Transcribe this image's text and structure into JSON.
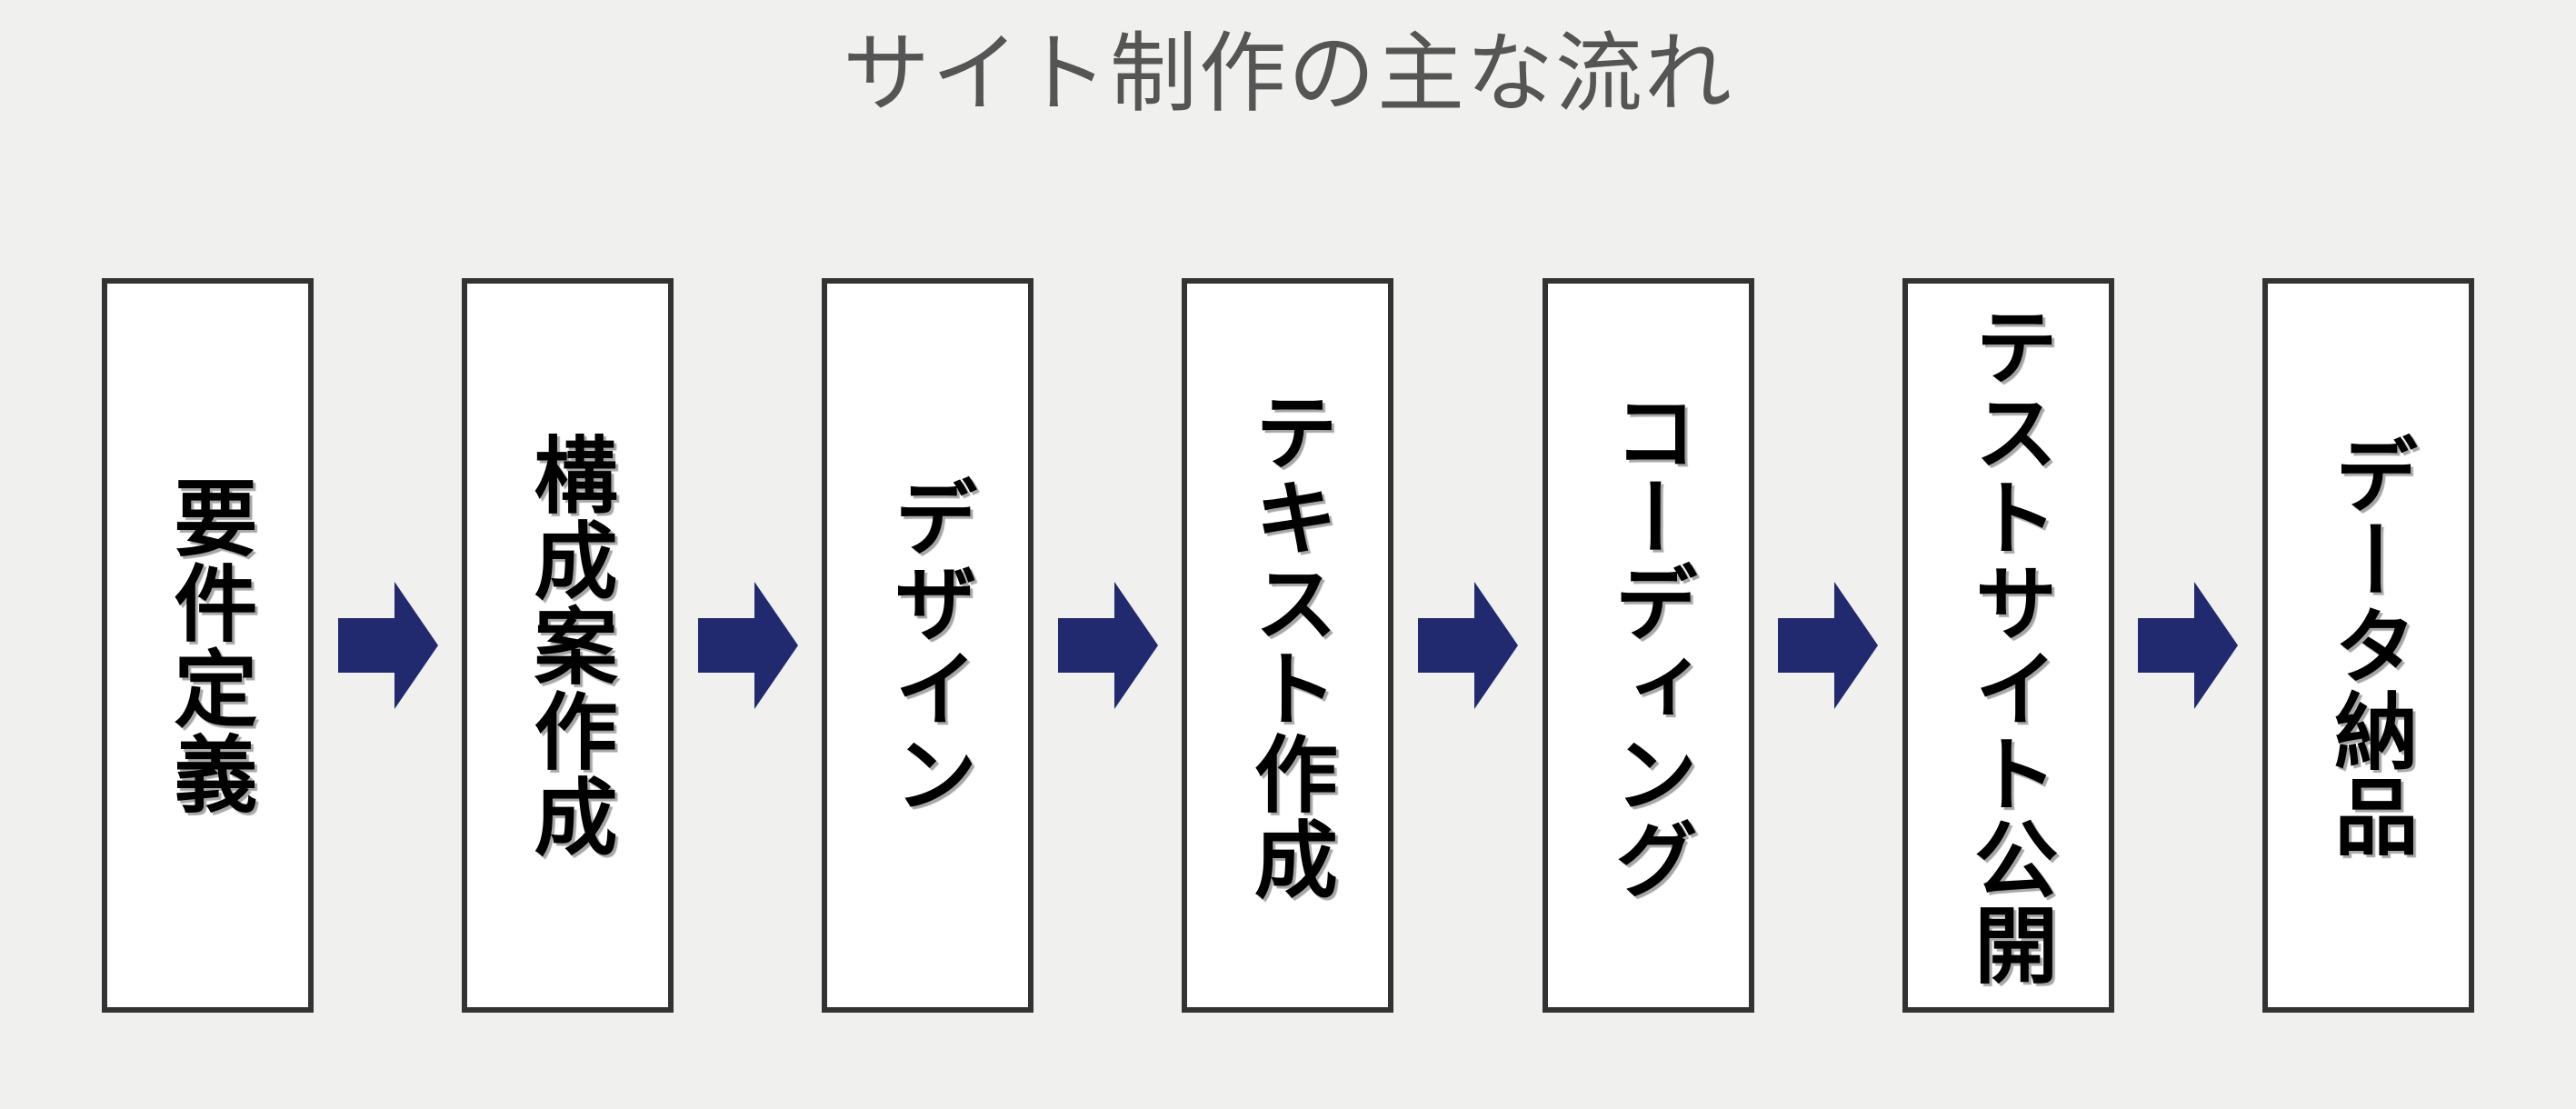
{
  "page": {
    "title": "サイト制作の主な流れ",
    "background_color": "#f0f0ef",
    "title_color": "#555555"
  },
  "diagram": {
    "type": "linear-process-flow",
    "orientation": "horizontal",
    "step_count": 7,
    "arrow_count": 6,
    "box_fill_color": "#ffffff",
    "box_border_color": "#333333",
    "arrow_color": "#212a6e",
    "text_color": "#000000",
    "text_direction": "vertical",
    "steps": [
      {
        "index": 1,
        "label": "要件定義"
      },
      {
        "index": 2,
        "label": "構成案作成"
      },
      {
        "index": 3,
        "label": "デザイン"
      },
      {
        "index": 4,
        "label": "テキスト作成"
      },
      {
        "index": 5,
        "label": "コーディング"
      },
      {
        "index": 6,
        "label": "テストサイト公開"
      },
      {
        "index": 7,
        "label": "データ納品"
      }
    ],
    "arrows": [
      {
        "index": 1,
        "icon": "arrow-right-icon",
        "from": "要件定義",
        "to": "構成案作成"
      },
      {
        "index": 2,
        "icon": "arrow-right-icon",
        "from": "構成案作成",
        "to": "デザイン"
      },
      {
        "index": 3,
        "icon": "arrow-right-icon",
        "from": "デザイン",
        "to": "テキスト作成"
      },
      {
        "index": 4,
        "icon": "arrow-right-icon",
        "from": "テキスト作成",
        "to": "コーディング"
      },
      {
        "index": 5,
        "icon": "arrow-right-icon",
        "from": "コーディング",
        "to": "テストサイト公開"
      },
      {
        "index": 6,
        "icon": "arrow-right-icon",
        "from": "テストサイト公開",
        "to": "データ納品"
      }
    ]
  }
}
